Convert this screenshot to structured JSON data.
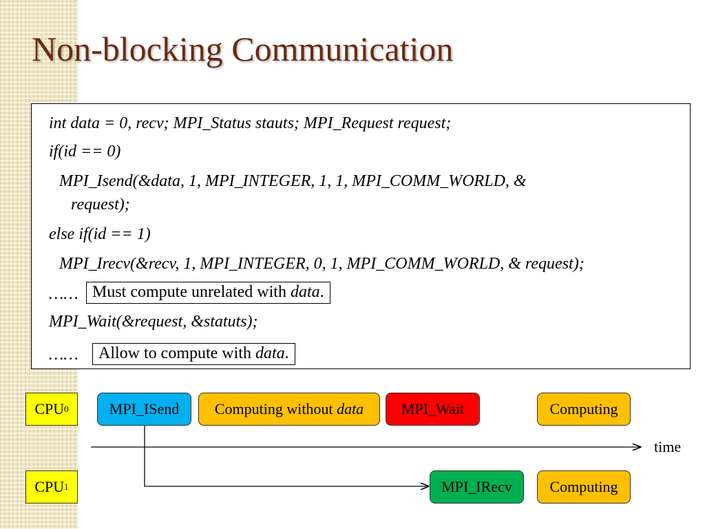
{
  "slide": {
    "title": "Non-blocking Communication"
  },
  "code": {
    "line1": "int data = 0, recv; MPI_Status stauts;  MPI_Request request;",
    "line2": "if(id == 0)",
    "line3a": "MPI_Isend(&data, 1, MPI_INTEGER, 1, 1, MPI_COMM_WORLD, &",
    "line3b": "request);",
    "line4": "else if(id == 1)",
    "line5": "MPI_Irecv(&recv, 1, MPI_INTEGER, 0, 1, MPI_COMM_WORLD, & request);",
    "ellipsis1": "……",
    "note1_prefix": "Must compute unrelated with ",
    "note1_emph": "data",
    "note1_suffix": ".",
    "line7": "MPI_Wait(&request, &statuts);",
    "ellipsis2": "……",
    "note2_prefix": "Allow to compute with ",
    "note2_emph": "data",
    "note2_suffix": "."
  },
  "timeline": {
    "cpu0_label": "CPU",
    "cpu0_sub": "0",
    "cpu1_label": "CPU",
    "cpu1_sub": "1",
    "isend": "MPI_ISend",
    "computing_without_prefix": "Computing without ",
    "computing_without_emph": "data",
    "wait": "MPI_Wait",
    "computing_cpu0": "Computing",
    "irecv": "MPI_IRecv",
    "computing_cpu1": "Computing",
    "time_label": "time"
  },
  "colors": {
    "title": "#6b2a12",
    "cpu": "#ffff00",
    "compute": "#ffc000",
    "send": "#00b0f0",
    "wait": "#ff0000",
    "recv": "#00b050"
  }
}
